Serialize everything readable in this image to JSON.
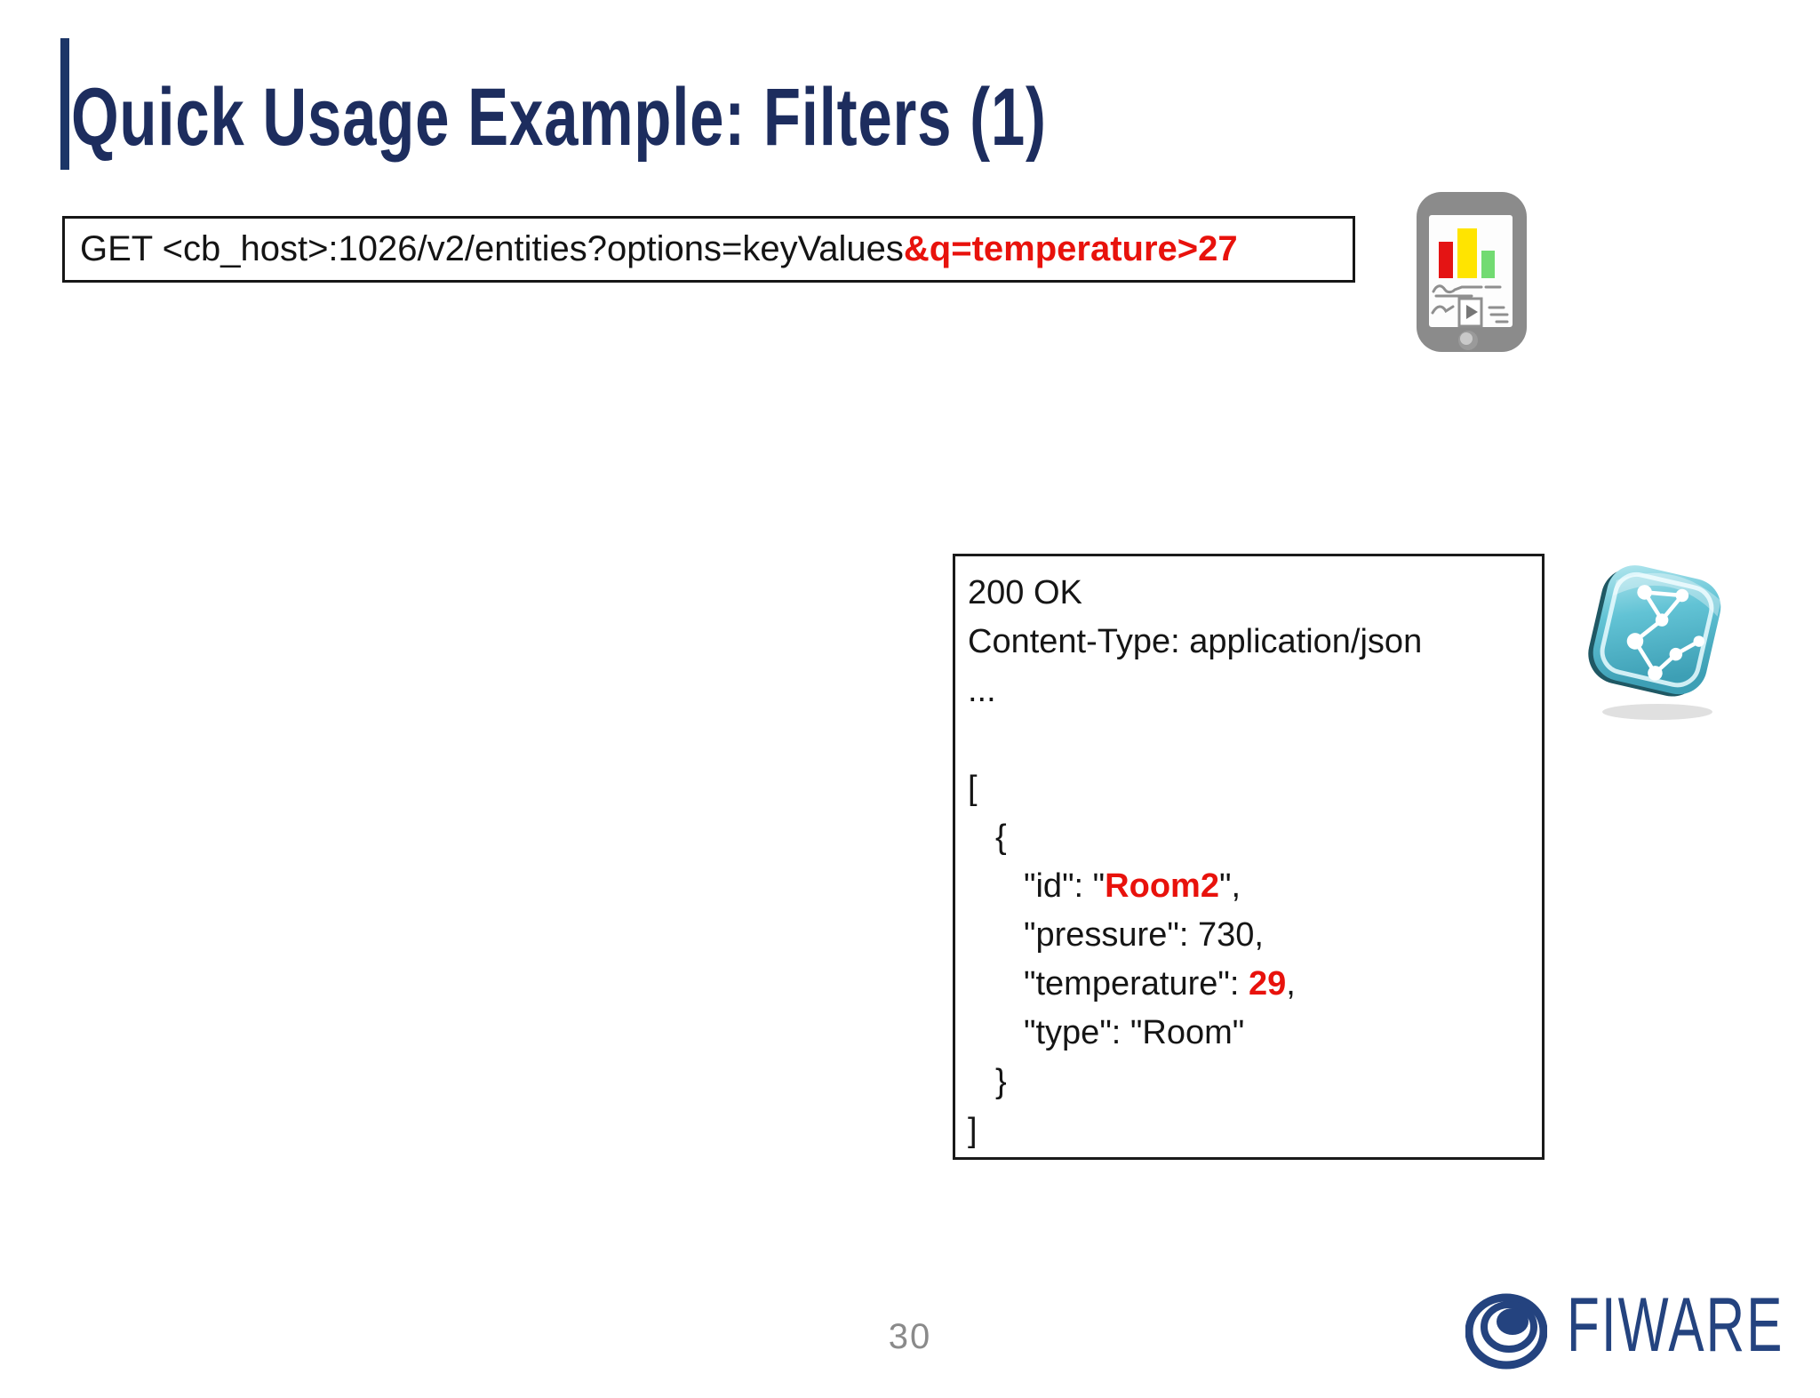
{
  "slide": {
    "title": "Quick Usage Example: Filters (1)",
    "page_number": "30"
  },
  "request": {
    "text_plain": "GET <cb_host>:1026/v2/entities?options=keyValues",
    "text_filter": "&q=temperature>27"
  },
  "response": {
    "status_line": "200 OK",
    "content_type_line": "Content-Type: application/json",
    "ellipsis_line": "...",
    "array_open": "[",
    "object_open": "{",
    "id_prefix": "\"id\": \"",
    "id_value": "Room2",
    "id_suffix": "\",",
    "pressure_line": "\"pressure\": 730,",
    "temperature_prefix": "\"temperature\": ",
    "temperature_value": "29",
    "temperature_suffix": ",",
    "type_line": "\"type\": \"Room\"",
    "object_close": "}",
    "array_close": "]"
  },
  "logo": {
    "brand": "FIWARE"
  },
  "icons": {
    "mobile_app": "hand-drawn smartphone with red-yellow-green bar chart",
    "context_broker": "teal rounded tile with white network graph",
    "fiware_emblem": "concentric navy rings"
  },
  "colors": {
    "title_navy": "#1d2d5e",
    "accent_red": "#e8120c",
    "logo_navy": "#24437f",
    "code_black": "#151515",
    "page_number_gray": "#8a8a8a",
    "phone_gray": "#8b8b8b",
    "bar_red": "#e41414",
    "bar_yellow": "#ffe400",
    "bar_green": "#72db72",
    "tile_teal": "#57b8cb"
  }
}
